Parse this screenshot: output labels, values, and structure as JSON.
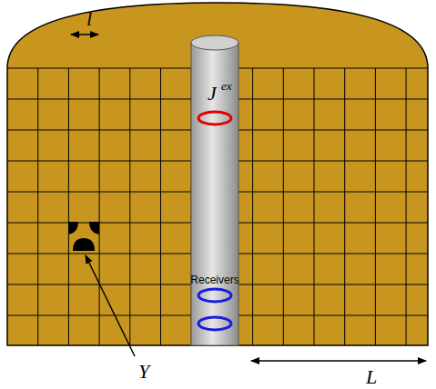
{
  "diagram": {
    "labels": [
      "l",
      "J⃗",
      "ex",
      "Receivers",
      "Y",
      "L"
    ]
  }
}
